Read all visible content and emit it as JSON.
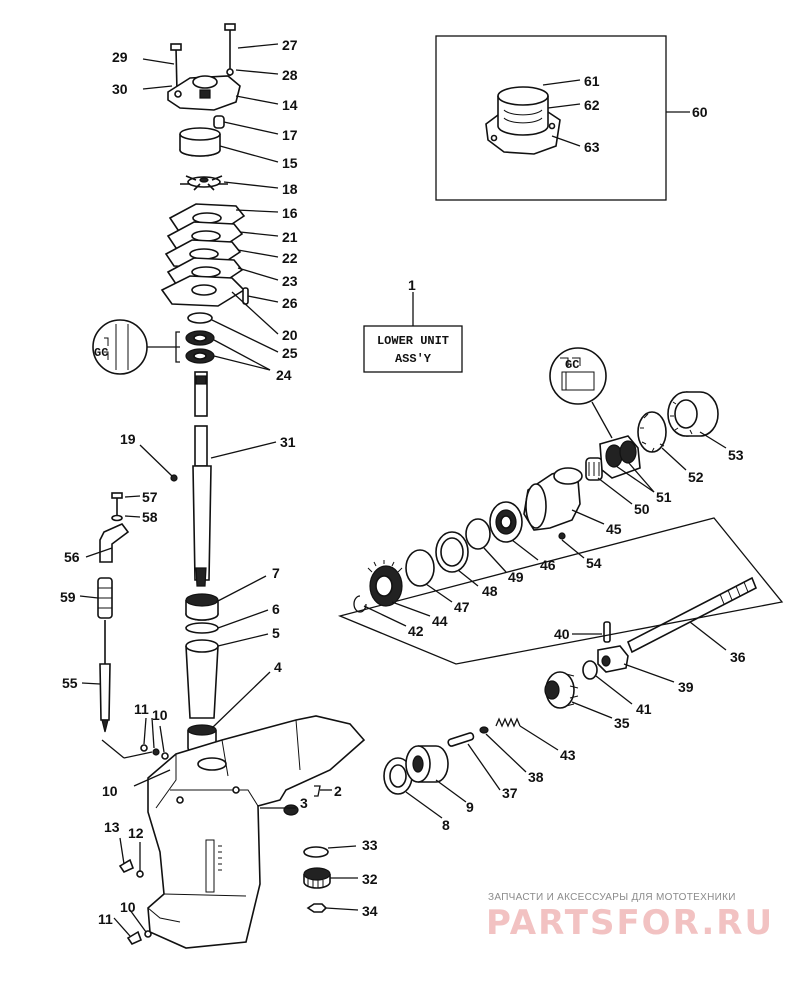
{
  "assembly_label": {
    "line1": "LOWER UNIT",
    "line2": "ASS'Y"
  },
  "kit_inset_labels": {
    "seal_kit": "GC"
  },
  "watermark": {
    "tagline": "ЗАПЧАСТИ И АКСЕССУАРЫ ДЛЯ МОТОТЕХНИКИ",
    "brand": "PARTSFOR.RU"
  },
  "callouts": {
    "c1": "1",
    "c2": "2",
    "c3": "3",
    "c4": "4",
    "c5": "5",
    "c6": "6",
    "c7": "7",
    "c8": "8",
    "c9": "9",
    "c10a": "10",
    "c10b": "10",
    "c10c": "10",
    "c11a": "11",
    "c11b": "11",
    "c12": "12",
    "c13": "13",
    "c14": "14",
    "c15": "15",
    "c16": "16",
    "c17": "17",
    "c18": "18",
    "c19": "19",
    "c20": "20",
    "c21": "21",
    "c22": "22",
    "c23": "23",
    "c24": "24",
    "c25": "25",
    "c26": "26",
    "c27": "27",
    "c28": "28",
    "c29": "29",
    "c30": "30",
    "c31": "31",
    "c32": "32",
    "c33": "33",
    "c34": "34",
    "c35": "35",
    "c36": "36",
    "c37": "37",
    "c38": "38",
    "c39": "39",
    "c40": "40",
    "c41": "41",
    "c42": "42",
    "c43": "43",
    "c44": "44",
    "c45": "45",
    "c46": "46",
    "c47": "47",
    "c48": "48",
    "c49": "49",
    "c50": "50",
    "c51": "51",
    "c52": "52",
    "c53": "53",
    "c54": "54",
    "c55": "55",
    "c56": "56",
    "c57": "57",
    "c58": "58",
    "c59": "59",
    "c60": "60",
    "c61": "61",
    "c62": "62",
    "c63": "63"
  }
}
